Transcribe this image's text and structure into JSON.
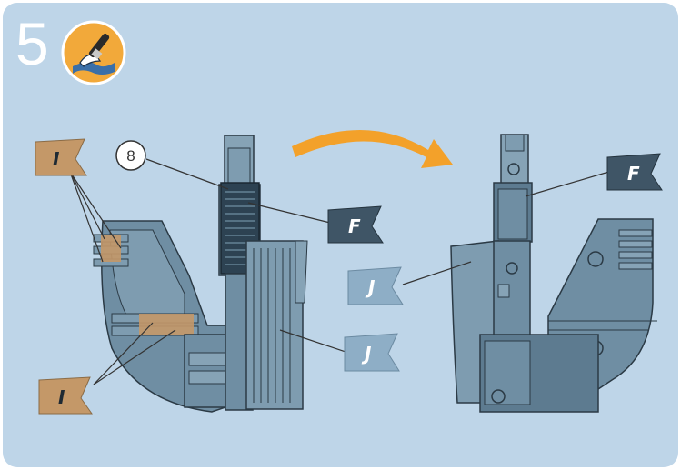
{
  "step": {
    "number": "5",
    "icon": "paint-brush-icon"
  },
  "callout": {
    "label": "8"
  },
  "flags": {
    "left_top": "I",
    "left_bottom": "I",
    "mid_f": "F",
    "mid_j": "J",
    "right_f": "F",
    "right_j": "J"
  },
  "colors": {
    "panel": "#bed5e8",
    "part_fill": "#6f8ea3",
    "part_stroke": "#2b3a45",
    "flag_tan": "#c49868",
    "flag_dark": "#3f5566",
    "flag_light": "#8eaec6",
    "arrow": "#f3a12a",
    "badge": "#f2a93a"
  }
}
